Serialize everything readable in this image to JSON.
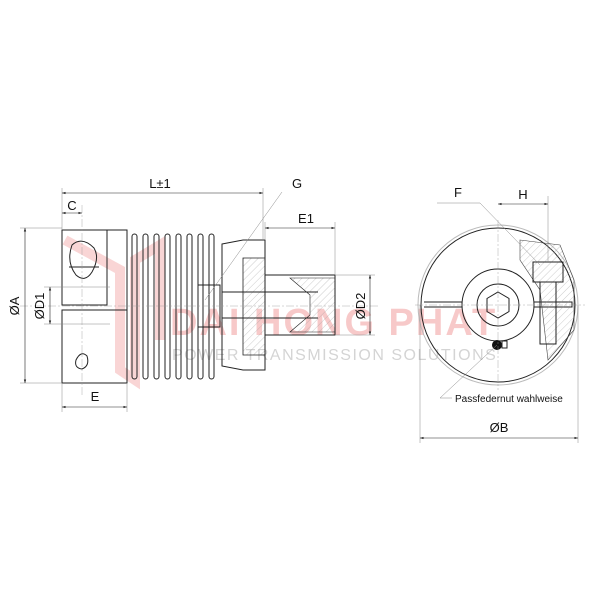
{
  "labels": {
    "L": "L±1",
    "C": "C",
    "G": "G",
    "E1": "E1",
    "A": "ØA",
    "D1": "ØD1",
    "D2": "ØD2",
    "E": "E",
    "F": "F",
    "H": "H",
    "B": "ØB",
    "keyway_note": "Passfedernut wahlweise"
  },
  "watermark": {
    "brand": "DAI HONG PHAT",
    "tagline": "POWER TRANSMISSION SOLUTIONS",
    "color": "#e05a5a"
  }
}
